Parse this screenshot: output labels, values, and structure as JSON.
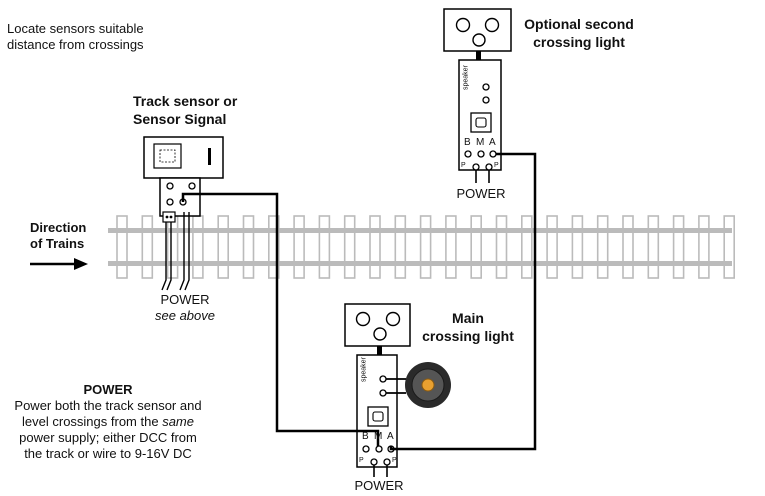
{
  "note": {
    "line1": "Locate sensors suitable",
    "line2": "distance from crossings"
  },
  "track_sensor": {
    "title_line1": "Track sensor or",
    "title_line2": "Sensor Signal",
    "power_label": "POWER",
    "power_sub": "see above"
  },
  "direction": {
    "line1": "Direction",
    "line2": "of Trains"
  },
  "second_light": {
    "title_line1": "Optional second",
    "title_line2": "crossing light",
    "speaker_label": "speaker",
    "pin_b": "B",
    "pin_m": "M",
    "pin_a": "A",
    "pin_p1": "P",
    "pin_p2": "P",
    "power_label": "POWER"
  },
  "main_light": {
    "title_line1": "Main",
    "title_line2": "crossing light",
    "speaker_label": "speaker",
    "pin_b": "B",
    "pin_m": "M",
    "pin_a": "A",
    "pin_p1": "P",
    "pin_p2": "P",
    "power_label": "POWER"
  },
  "power_note": {
    "title": "POWER",
    "line1": "Power both the track sensor and",
    "line2_pre": "level crossings from the ",
    "line2_em": "same",
    "line3": "power supply; either DCC from",
    "line4": "the track or wire to 9-16V DC"
  },
  "colors": {
    "line": "#000000",
    "rail": "#bbbbbb",
    "sleeper": "#bbbbbb",
    "speaker_center": "#e8a030",
    "speaker_body": "#2a2a2a"
  }
}
